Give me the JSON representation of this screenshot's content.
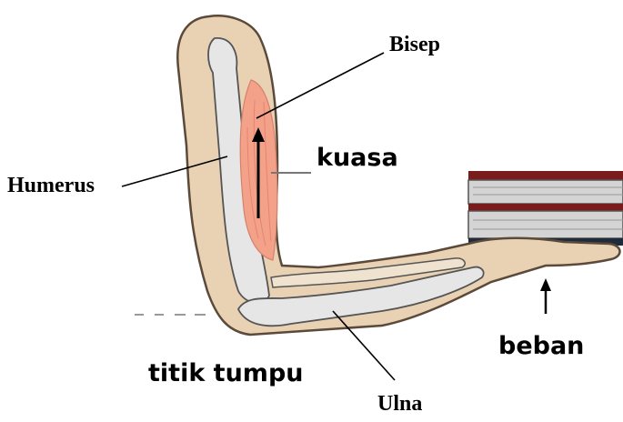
{
  "labels": {
    "bisep": "Bisep",
    "kuasa": "kuasa",
    "humerus": "Humerus",
    "beban": "beban",
    "titik_tumpu": "titik tumpu",
    "ulna": "Ulna"
  },
  "colors": {
    "skin": "#e8d2b4",
    "skin_outline": "#5a4a3a",
    "bone": "#e4e4e4",
    "muscle": "#f4a28c",
    "book_red": "#8b1a1a",
    "book_gray": "#c8c8c8"
  }
}
